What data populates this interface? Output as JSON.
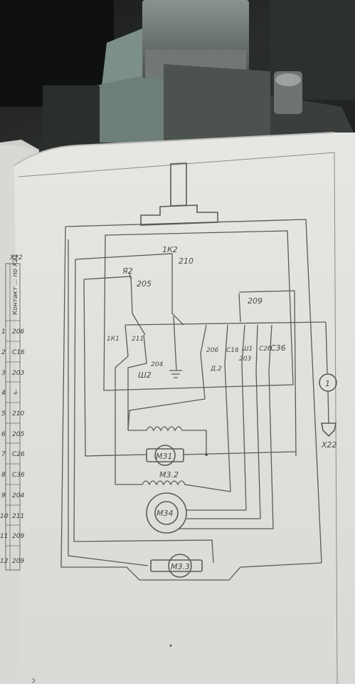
{
  "table": {
    "header": "X22",
    "column_caption": "Контакт ... по X21",
    "rows": [
      {
        "num": "1",
        "value": "206"
      },
      {
        "num": "2",
        "value": "C16"
      },
      {
        "num": "3",
        "value": "203"
      },
      {
        "num": "4",
        "value": "⏚"
      },
      {
        "num": "5",
        "value": "210"
      },
      {
        "num": "6",
        "value": "205"
      },
      {
        "num": "7",
        "value": "C26"
      },
      {
        "num": "8",
        "value": "C36"
      },
      {
        "num": "9",
        "value": "204"
      },
      {
        "num": "10",
        "value": "211"
      },
      {
        "num": "11",
        "value": "209"
      },
      {
        "num": "12",
        "value": "209"
      }
    ]
  },
  "diagram": {
    "labels": {
      "sw_1k2": "1К2",
      "n210": "210",
      "sw_ya2": "Я2",
      "n205": "205",
      "n209": "209",
      "sw_1k1": "1К1",
      "n211": "211",
      "n204": "204",
      "sw_sh2": "Ш2",
      "n206": "206",
      "sw_d2": "Д.2",
      "c16": "С16",
      "sw_sh1": "Ш1",
      "n203": "203",
      "c26": "С2б",
      "c36": "С36",
      "lamp": "1",
      "connector": "X22",
      "m31": "М31",
      "m32": "М3.2",
      "m34": "М34",
      "m33": "М3.3"
    }
  }
}
